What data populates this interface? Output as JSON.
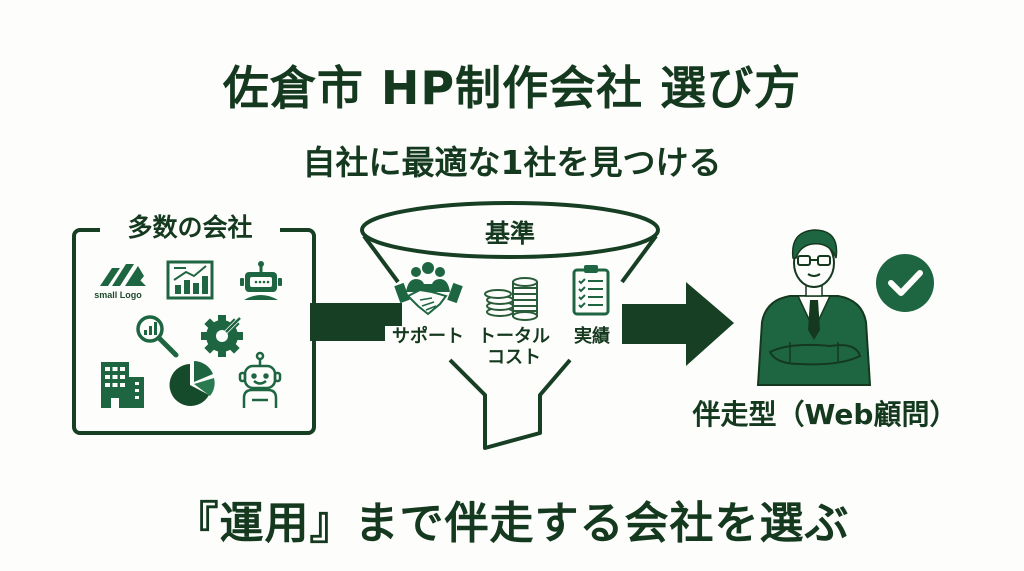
{
  "title": "佐倉市 HP制作会社 選び方",
  "subtitle": "自社に最適な1社を見つける",
  "left_panel": {
    "label": "多数の会社",
    "icons": [
      {
        "name": "small-logo-icon",
        "caption": "small Logo"
      },
      {
        "name": "chart-board-icon"
      },
      {
        "name": "robot-head-icon"
      },
      {
        "name": "magnifier-chart-icon"
      },
      {
        "name": "gear-wrench-icon"
      },
      {
        "name": "building-icon"
      },
      {
        "name": "pie-chart-icon"
      },
      {
        "name": "robot-icon"
      }
    ]
  },
  "funnel": {
    "label": "基準",
    "criteria": [
      {
        "icon": "handshake-team-icon",
        "label": "サポート"
      },
      {
        "icon": "coins-icon",
        "label_line1": "トータル",
        "label_line2": "コスト"
      },
      {
        "icon": "clipboard-checklist-icon",
        "label": "実績"
      }
    ]
  },
  "result": {
    "icon": "consultant-person-icon",
    "badge": "check-circle-icon",
    "label": "伴走型（Web顧問）"
  },
  "conclusion": "『運用』まで伴走する会社を選ぶ",
  "colors": {
    "primary": "#15391f",
    "accent": "#1e6642",
    "background": "#fdfdfb"
  }
}
